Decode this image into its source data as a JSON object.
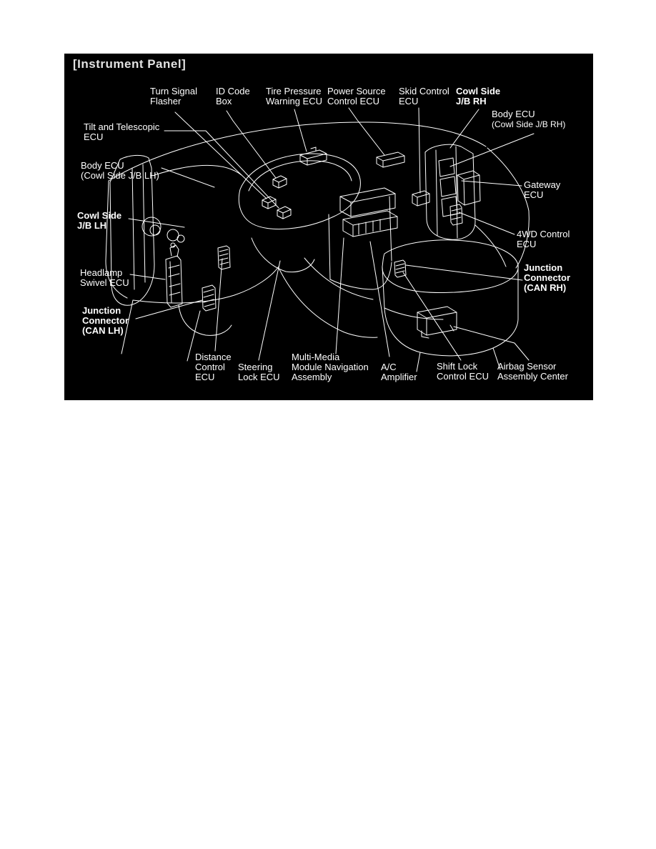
{
  "page": {
    "background_color": "#ffffff"
  },
  "diagram": {
    "title": "[Instrument Panel]",
    "background_color": "#000000",
    "line_color": "#ffffff",
    "text_color": "#ffffff",
    "labels": {
      "turn_signal_flasher": {
        "lines": [
          "Turn Signal",
          "Flasher"
        ],
        "bold": false
      },
      "id_code_box": {
        "lines": [
          "ID Code",
          "Box"
        ],
        "bold": false
      },
      "tire_pressure_warning_ecu": {
        "lines": [
          "Tire Pressure",
          "Warning ECU"
        ],
        "bold": false
      },
      "power_source_control_ecu": {
        "lines": [
          "Power Source",
          "Control ECU"
        ],
        "bold": false
      },
      "skid_control_ecu": {
        "lines": [
          "Skid Control",
          "ECU"
        ],
        "bold": false
      },
      "cowl_side_jb_rh": {
        "lines": [
          "Cowl Side",
          "J/B RH"
        ],
        "bold": true
      },
      "body_ecu_rh": {
        "lines": [
          "Body ECU",
          "(Cowl Side J/B RH)"
        ],
        "bold": false
      },
      "gateway_ecu": {
        "lines": [
          "Gateway",
          "ECU"
        ],
        "bold": false
      },
      "fourwd_control_ecu": {
        "lines": [
          "4WD Control",
          "ECU"
        ],
        "bold": false
      },
      "junction_connector_can_rh": {
        "lines": [
          "Junction",
          "Connector",
          "(CAN RH)"
        ],
        "bold": true
      },
      "tilt_and_telescopic_ecu": {
        "lines": [
          "Tilt and Telescopic",
          "ECU"
        ],
        "bold": false
      },
      "body_ecu_lh": {
        "lines": [
          "Body ECU",
          "(Cowl Side J/B LH)"
        ],
        "bold": false
      },
      "cowl_side_jb_lh": {
        "lines": [
          "Cowl Side",
          "J/B LH"
        ],
        "bold": true
      },
      "headlamp_swivel_ecu": {
        "lines": [
          "Headlamp",
          "Swivel ECU"
        ],
        "bold": false
      },
      "junction_connector_can_lh": {
        "lines": [
          "Junction",
          "Connector",
          "(CAN LH)"
        ],
        "bold": true
      },
      "distance_control_ecu": {
        "lines": [
          "Distance",
          "Control",
          "ECU"
        ],
        "bold": false
      },
      "steering_lock_ecu": {
        "lines": [
          "Steering",
          "Lock ECU"
        ],
        "bold": false
      },
      "multi_media_module": {
        "lines": [
          "Multi-Media",
          "Module Navigation",
          "Assembly"
        ],
        "bold": false
      },
      "ac_amplifier": {
        "lines": [
          "A/C",
          "Amplifier"
        ],
        "bold": false
      },
      "shift_lock_control_ecu": {
        "lines": [
          "Shift Lock",
          "Control ECU"
        ],
        "bold": false
      },
      "airbag_sensor_assembly": {
        "lines": [
          "Airbag Sensor",
          "Assembly Center"
        ],
        "bold": false
      }
    }
  }
}
